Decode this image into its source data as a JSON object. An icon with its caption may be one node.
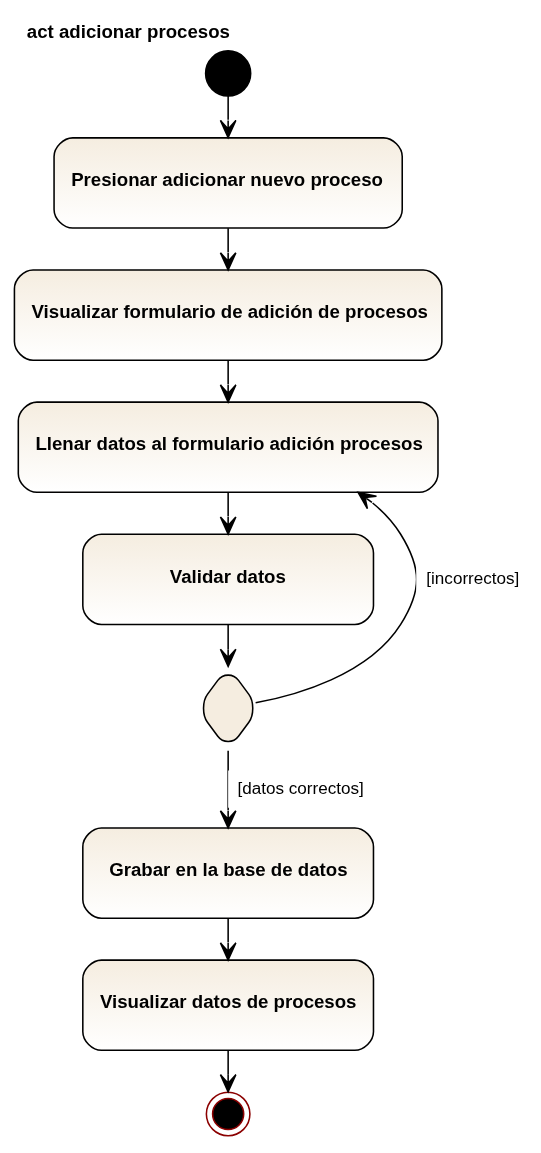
{
  "diagram": {
    "title": "act adicionar procesos",
    "nodes": [
      {
        "text": [],
        "shape": "circle"
      },
      {
        "text": [
          "Presionar adicionar nuevo proceso"
        ]
      },
      {
        "text": [
          "Visualizar formulario de adición de procesos"
        ]
      },
      {
        "text": [
          "Llenar datos al formulario adición procesos"
        ]
      },
      {
        "text": [
          "Validar datos"
        ]
      },
      {
        "text": [],
        "shape": "diamond"
      },
      {
        "text": [
          "Grabar en la base de datos"
        ]
      },
      {
        "text": [
          "Visualizar datos de procesos"
        ]
      },
      {
        "text": [],
        "shape": "circle"
      }
    ],
    "edges": [
      {
        "from": 0,
        "to": 1,
        "arrow": "to"
      },
      {
        "from": 1,
        "to": 2,
        "arrow": "to"
      },
      {
        "from": 2,
        "to": 3,
        "arrow": "to"
      },
      {
        "from": 3,
        "to": 4,
        "arrow": "to"
      },
      {
        "from": 4,
        "to": 5,
        "arrow": "to"
      },
      {
        "from": 5,
        "to": 3,
        "arrow": "to",
        "label": "[incorrectos]"
      },
      {
        "from": 5,
        "to": 6,
        "arrow": "to",
        "label": "[datos correctos]"
      },
      {
        "from": 6,
        "to": 7,
        "arrow": "to"
      },
      {
        "from": 7,
        "to": 8,
        "arrow": "to"
      }
    ]
  }
}
